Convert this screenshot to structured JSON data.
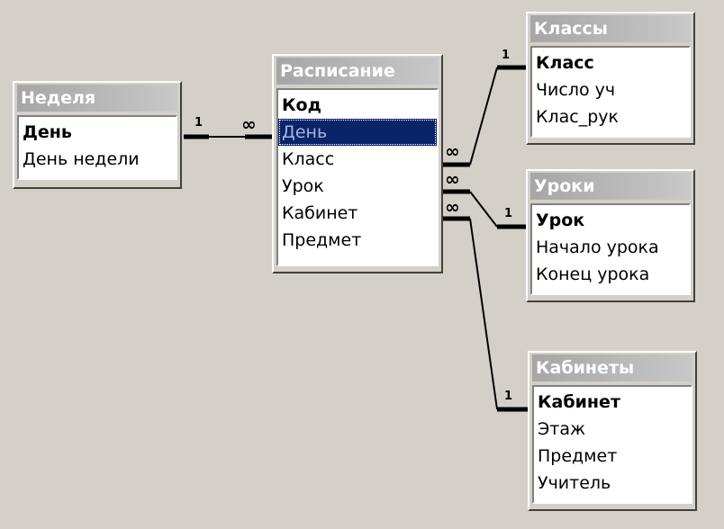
{
  "tables": {
    "nedelya": {
      "title": "Неделя",
      "fields": [
        "День",
        "День недели"
      ]
    },
    "raspisanie": {
      "title": "Расписание",
      "fields": [
        "Код",
        "День",
        "Класс",
        "Урок",
        "Кабинет",
        "Предмет"
      ]
    },
    "klassy": {
      "title": "Классы",
      "fields": [
        "Класс",
        "Число уч",
        "Клас_рук"
      ]
    },
    "uroki": {
      "title": "Уроки",
      "fields": [
        "Урок",
        "Начало урока",
        "Конец урока"
      ]
    },
    "kabinety": {
      "title": "Кабинеты",
      "fields": [
        "Кабинет",
        "Этаж",
        "Предмет",
        "Учитель"
      ]
    }
  },
  "relationships": {
    "one_label": "1",
    "many_label": "∞"
  }
}
